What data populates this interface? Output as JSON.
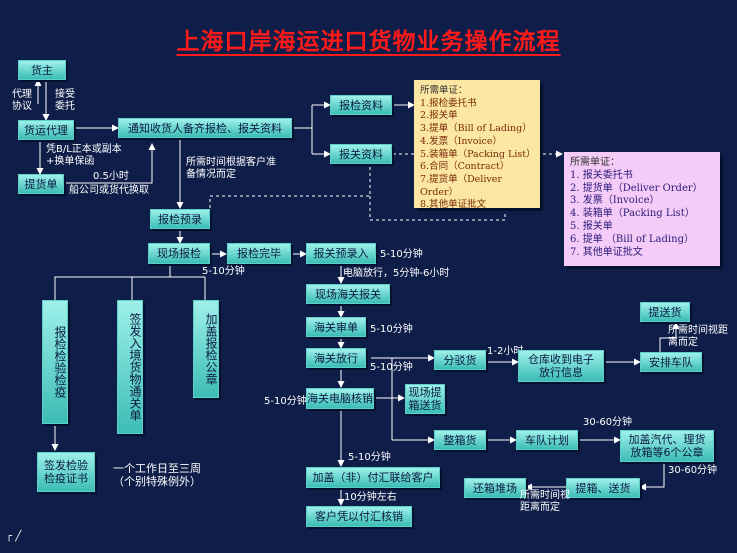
{
  "title": "上海口岸海运进口货物业务操作流程",
  "boxes": {
    "shipper": "货主",
    "forwarder": "货运代理",
    "delivery_order": "提货单",
    "notify": "通知收货人备齐报检、报关资料",
    "inspection_docs": "报检资料",
    "customs_docs": "报关资料",
    "pre_inspection": "报检预录",
    "onsite_inspection": "现场报检",
    "inspection_done": "报检完毕",
    "customs_pre_entry": "报关预录入",
    "onsite_customs": "现场海关报关",
    "customs_review": "海关审单",
    "customs_release": "海关放行",
    "customs_ecomputer": "海关电脑核销",
    "cert": "签发检验检疫证书",
    "v1": "报检检验检疫",
    "v2": "签发入境货物通关单",
    "v3": "加盖报检公章",
    "split": "分驳货",
    "warehouse": "仓库收到电子放行信息",
    "fleet": "安排车队",
    "pickup": "提送货",
    "onsite_pickup": "现场提箱送货",
    "fcl": "整箱货",
    "truck_plan": "车队计划",
    "stamp_seal": "加盖汽代、理货放箱等6个公章",
    "pickup_box": "提箱、送货",
    "return_yard": "还箱堆场",
    "stamp_forex": "加盖（非）付汇联给客户",
    "client_forex": "客户凭以付汇核销"
  },
  "labels": {
    "agent": "代理协议",
    "entrust": "接受委托",
    "bl_exchange": "凭B/L正本或副本+换单保函",
    "half_hour": "0.5小时",
    "ship_exchange": "船公司或货代换取",
    "time_dep": "所需时间根据客户准备情况而定",
    "t_insp": "5-10分钟",
    "t_pre": "5-10分钟",
    "t_comp": "电脑放行，5分钟-6小时",
    "t_review": "5-10分钟",
    "t_release": "5-10分钟",
    "t_left": "5-10分钟",
    "t_split": "1-2小时",
    "t_down": "5-10分钟",
    "t_ten": "10分钟左右",
    "workday": "一个工作日至三周（个别特殊例外）",
    "t_30a": "30-60分钟",
    "t_30b": "30-60分钟",
    "dist1": "所需时间视距离而定",
    "dist2": "所需时间视距离而定"
  },
  "docs_inspection": {
    "heading": "所需单证：",
    "items": [
      "1.报检委托书",
      "2.报关单",
      "3.提单（Bill of Lading）",
      "4.发票（Invoice）",
      "5.装箱单（Packing List）",
      "6.合同（Contract）",
      "7.提货单（Deliver Order）",
      "8.其他单证批文"
    ]
  },
  "docs_customs": {
    "heading": "所需单证：",
    "items": [
      "1. 报关委托书",
      "2. 提货单（Deliver Order）",
      "3. 发票（Invoice）",
      "4. 装箱单（Packing List）",
      "5. 报关单",
      "6. 提单 （Bill of Lading）",
      "7. 其他单证批文"
    ]
  },
  "footer_mark": "┌ ╱",
  "colors": {
    "background": "#0f1e49",
    "box": "#5fd6cf",
    "title": "#ff1a1a",
    "doc1": "#fbe6a2",
    "doc2": "#f4ccf7"
  }
}
